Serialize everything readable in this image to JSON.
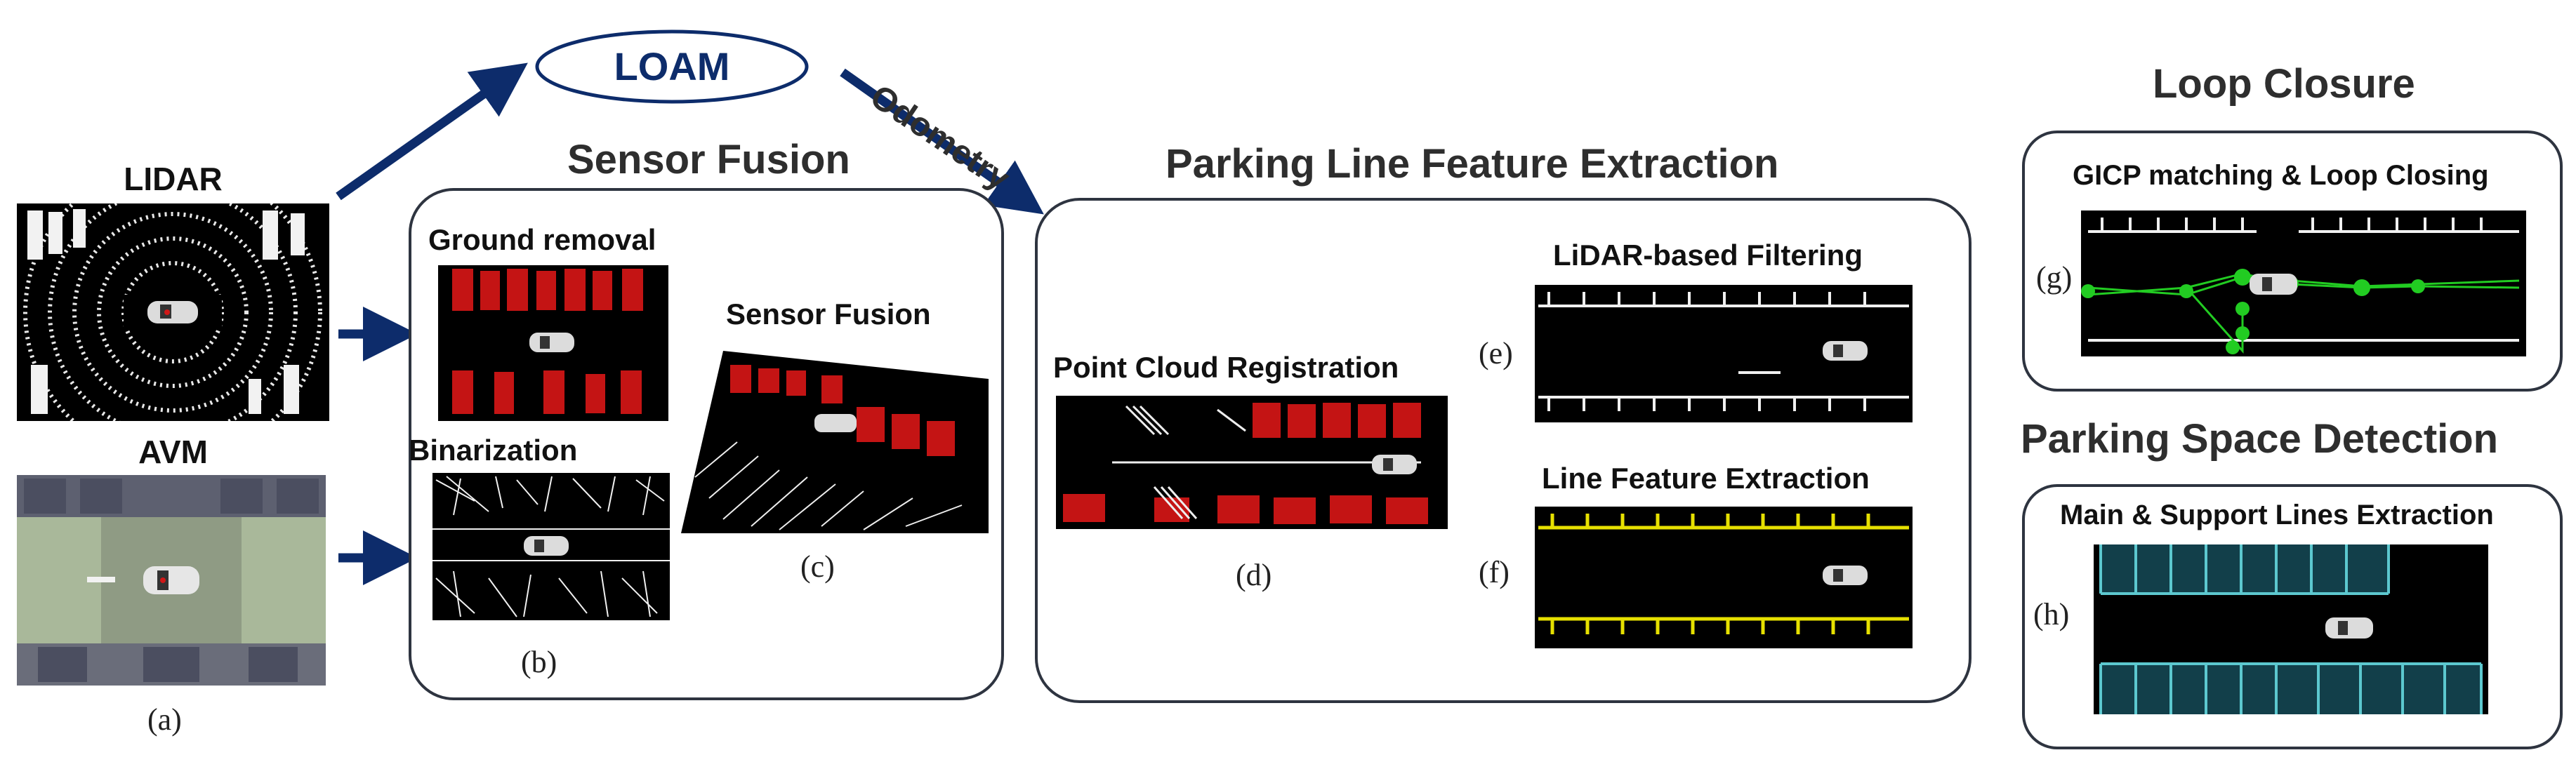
{
  "labels": {
    "lidar": "LIDAR",
    "avm": "AVM",
    "loam": "LOAM",
    "odometry": "Odometry",
    "sensor_fusion_title": "Sensor Fusion",
    "ground_removal": "Ground removal",
    "binarization": "Binarization",
    "sensor_fusion_sub": "Sensor Fusion",
    "parking_line_title": "Parking Line Feature Extraction",
    "point_cloud_registration": "Point Cloud Registration",
    "lidar_filtering": "LiDAR-based Filtering",
    "line_feature_extraction": "Line Feature Extraction",
    "loop_closure_title": "Loop Closure",
    "gicp": "GICP matching & Loop Closing",
    "parking_space_title": "Parking Space Detection",
    "main_support": "Main & Support Lines Extraction"
  },
  "captions": {
    "a": "(a)",
    "b": "(b)",
    "c": "(c)",
    "d": "(d)",
    "e": "(e)",
    "f": "(f)",
    "g": "(g)",
    "h": "(h)"
  },
  "colors": {
    "arrow": "#0d2c6b",
    "panel_border": "#2e3440",
    "point_red": "#d01818",
    "line_yellow": "#e6e000",
    "line_cyan": "#5cc8cf",
    "loop_green": "#22cc22"
  }
}
